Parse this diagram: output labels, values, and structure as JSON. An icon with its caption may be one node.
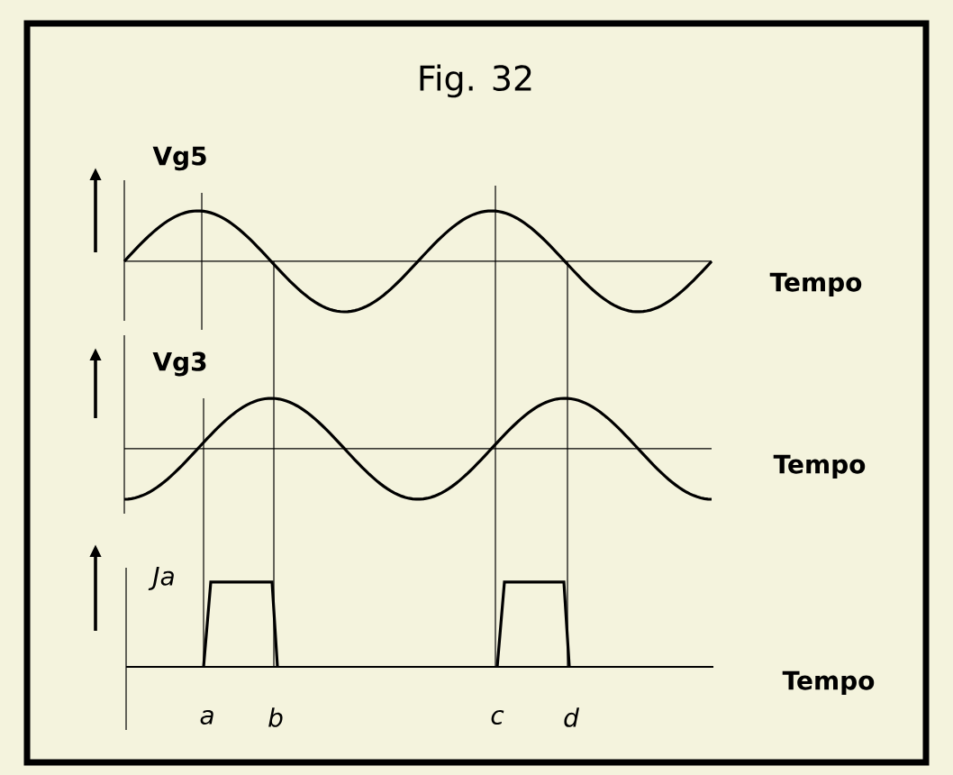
{
  "diagram": {
    "title": "Fig. 32",
    "labels": [
      "Vg5",
      "Tempo",
      "Vg3",
      "Tempo",
      "Ja",
      "Tempo",
      "a",
      "b",
      "c",
      "d"
    ]
  }
}
